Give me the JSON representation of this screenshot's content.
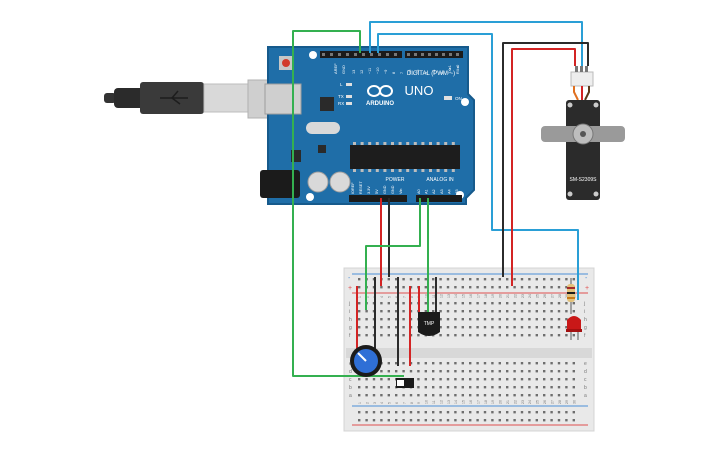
{
  "arduino": {
    "logo_text": "UNO",
    "brand_text": "ARDUINO",
    "digital_header": "DIGITAL (PWM ~)",
    "analog_header": "ANALOG IN",
    "power_header": "POWER",
    "on_label": "ON",
    "l_label": "L",
    "tx_label": "TX",
    "rx_label": "RX",
    "aref_label": "AREF",
    "gnd_label": "GND",
    "digital_pins": [
      "13",
      "12",
      "~11",
      "~10",
      "~9",
      "8",
      "7",
      "~6",
      "~5",
      "4",
      "~3",
      "2",
      "TX▸1",
      "RX◂0"
    ],
    "power_pins": [
      "IOREF",
      "RESET",
      "3.3V",
      "5V",
      "GND",
      "GND",
      "Vin"
    ],
    "analog_pins": [
      "A0",
      "A1",
      "A2",
      "A3",
      "A4",
      "A5"
    ]
  },
  "servo": {
    "model": "SM-S2309S"
  },
  "sensor": {
    "label": "TMP"
  },
  "breadboard": {
    "rail_plus": "+",
    "rail_minus": "-",
    "row_letters_top": [
      "j",
      "i",
      "h",
      "g",
      "f"
    ],
    "row_letters_bottom": [
      "e",
      "d",
      "c",
      "b",
      "a"
    ],
    "col_numbers": [
      "1",
      "2",
      "3",
      "4",
      "5",
      "6",
      "7",
      "8",
      "9",
      "10",
      "11",
      "12",
      "13",
      "14",
      "15",
      "16",
      "17",
      "18",
      "19",
      "20",
      "21",
      "22",
      "23",
      "24",
      "25",
      "26",
      "27",
      "28",
      "29",
      "30"
    ]
  },
  "colors": {
    "board": "#1f6ea8",
    "board_dark": "#165a8c",
    "wire_green": "#34b050",
    "wire_blue": "#2a9fd6",
    "wire_red": "#d32424",
    "wire_black": "#2b2b2b",
    "breadboard": "#e9e9e9",
    "rail_red": "#e05050",
    "rail_blue": "#4a8fd8"
  }
}
